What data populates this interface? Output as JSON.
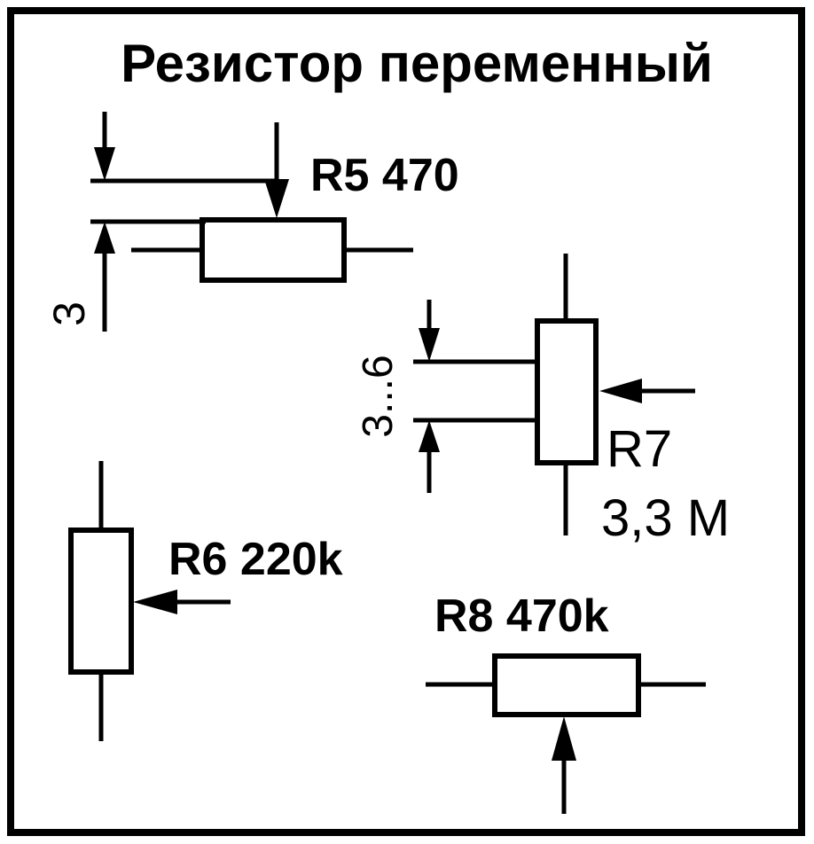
{
  "title": "Резистор переменный",
  "resistors": {
    "r5": {
      "label": "R5 470",
      "dimension": "3"
    },
    "r6": {
      "label": "R6 220k"
    },
    "r7": {
      "designator": "R7",
      "value": "3,3 M",
      "dimension": "3...6"
    },
    "r8": {
      "label": "R8 470k"
    }
  },
  "colors": {
    "ink": "#000000",
    "background": "#ffffff"
  }
}
